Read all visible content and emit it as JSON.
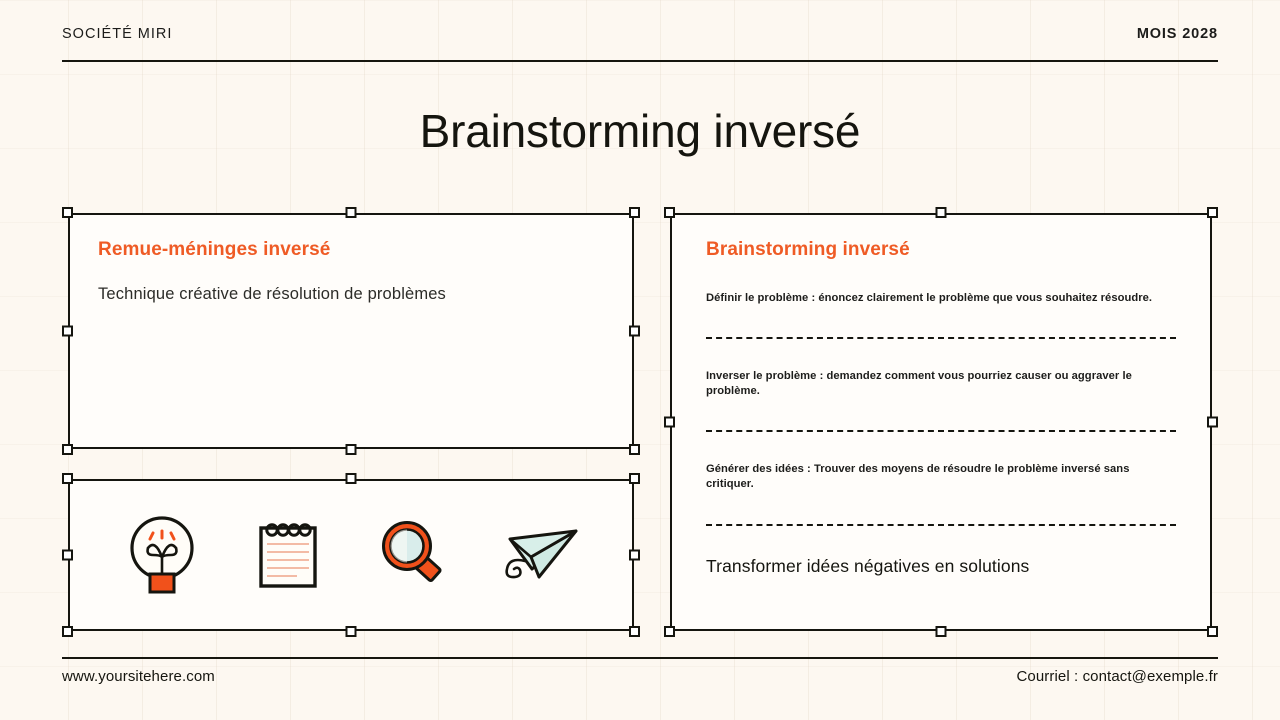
{
  "header": {
    "brand": "SOCIÉTÉ MIRI",
    "date": "MOIS 2028"
  },
  "title": "Brainstorming inversé",
  "accent_color": "#EF5B25",
  "background_color": "#FDF8F1",
  "overview_card": {
    "heading": "Remue-méninges inversé",
    "subheading": "Technique créative de résolution de problèmes"
  },
  "icons_card": {
    "items": [
      {
        "name": "lightbulb-icon",
        "label": "Idée"
      },
      {
        "name": "notepad-icon",
        "label": "Notes"
      },
      {
        "name": "magnifying-glass-icon",
        "label": "Recherche"
      },
      {
        "name": "paper-plane-icon",
        "label": "Envoi"
      }
    ]
  },
  "steps_card": {
    "heading": "Brainstorming inversé",
    "steps": [
      "Définir le problème : énoncez clairement le problème que vous souhaitez résoudre.",
      "Inverser le problème : demandez comment vous pourriez causer ou aggraver le problème.",
      "Générer des idées : Trouver des moyens de résoudre le problème inversé sans critiquer."
    ],
    "conclusion": "Transformer idées négatives en solutions"
  },
  "footer": {
    "website": "www.yoursitehere.com",
    "email": "Courriel : contact@exemple.fr"
  }
}
